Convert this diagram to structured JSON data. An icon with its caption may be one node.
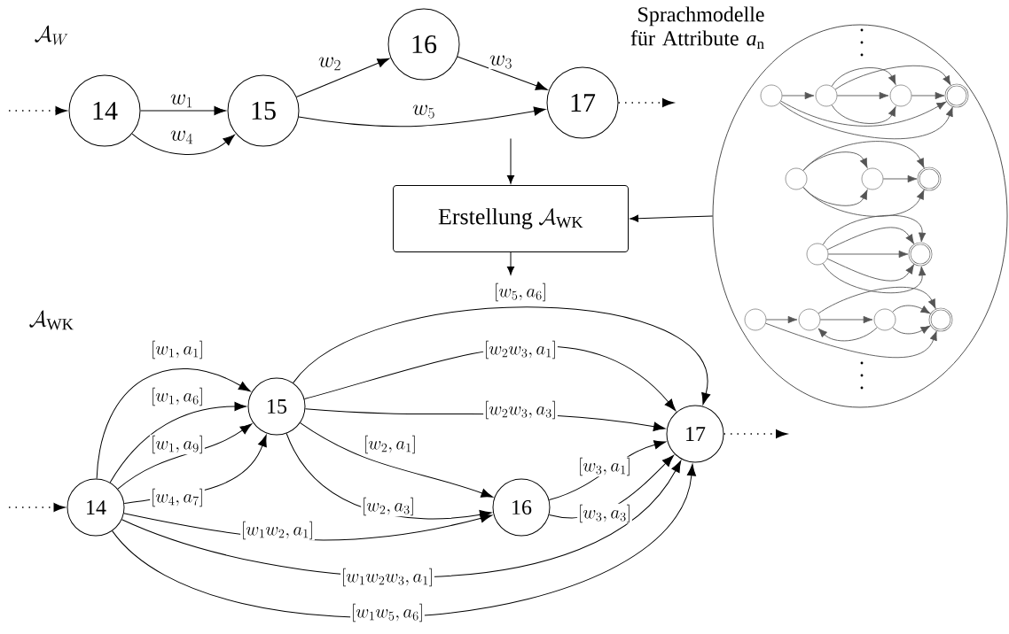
{
  "diagram": {
    "nodes": [
      {
        "text": [
          "14"
        ]
      },
      {
        "text": [
          "15"
        ]
      },
      {
        "text": [
          "16"
        ]
      },
      {
        "text": [
          "17"
        ]
      },
      {
        "text": [
          "\\text{Erstellung }\\mathcal{A}_{\\mathrm{WK}}"
        ]
      },
      {
        "text": [
          "Sprachmodelle für Attribute *a*$_{n}$"
        ]
      },
      {
        "text": [],
        "shape": "circle",
        "in": 5
      },
      {
        "text": [],
        "shape": "circle",
        "in": 5
      },
      {
        "text": [],
        "shape": "circle",
        "in": 5
      },
      {
        "text": [],
        "shape": "circle",
        "in": 5
      },
      {
        "text": [],
        "shape": "circle",
        "in": 5
      },
      {
        "text": [],
        "shape": "circle",
        "in": 5
      },
      {
        "text": [],
        "shape": "circle",
        "in": 5
      },
      {
        "text": [],
        "shape": "circle",
        "in": 5
      },
      {
        "text": [],
        "shape": "circle",
        "in": 5
      },
      {
        "text": [],
        "shape": "circle",
        "in": 5
      },
      {
        "text": [],
        "shape": "circle",
        "in": 5
      },
      {
        "text": [],
        "shape": "circle",
        "in": 5
      },
      {
        "text": [],
        "shape": "circle",
        "in": 5
      },
      {
        "text": [
          "14"
        ]
      },
      {
        "text": [
          "15"
        ]
      },
      {
        "text": [
          "16"
        ]
      },
      {
        "text": [
          "17"
        ]
      }
    ],
    "edges": [
      {
        "from": null,
        "to": 0,
        "arrow": "to",
        "style": "dashed"
      },
      {
        "from": 0,
        "to": 1,
        "arrow": "to",
        "label": "w_1"
      },
      {
        "from": 0,
        "to": 1,
        "arrow": "to",
        "label": "w_4"
      },
      {
        "from": 1,
        "to": 2,
        "arrow": "to",
        "label": "w_2"
      },
      {
        "from": 2,
        "to": 3,
        "arrow": "to",
        "label": "w_3"
      },
      {
        "from": 1,
        "to": 3,
        "arrow": "to",
        "label": "w_5"
      },
      {
        "from": 3,
        "to": null,
        "arrow": "to",
        "style": "dashed"
      },
      {
        "from": 3,
        "to": 4,
        "arrow": "to"
      },
      {
        "from": 5,
        "to": 4,
        "arrow": "to"
      },
      {
        "from": 4,
        "to": null,
        "arrow": "to"
      },
      {
        "from": 6,
        "to": 7,
        "arrow": "to",
        "color": "#555555"
      },
      {
        "from": 7,
        "to": 8,
        "arrow": "to",
        "color": "#555555"
      },
      {
        "from": 7,
        "to": 8,
        "arrow": "to",
        "color": "#555555"
      },
      {
        "from": 7,
        "to": 8,
        "arrow": "to",
        "color": "#555555"
      },
      {
        "from": 7,
        "to": 9,
        "arrow": "to",
        "color": "#555555"
      },
      {
        "from": 8,
        "to": 9,
        "arrow": "to",
        "color": "#555555"
      },
      {
        "from": 6,
        "to": 9,
        "arrow": "to",
        "color": "#555555"
      },
      {
        "from": 6,
        "to": 9,
        "arrow": "to",
        "color": "#555555"
      },
      {
        "from": 10,
        "to": 11,
        "arrow": "to",
        "color": "#555555"
      },
      {
        "from": 10,
        "to": 11,
        "arrow": "to",
        "color": "#555555"
      },
      {
        "from": 11,
        "to": 12,
        "arrow": "to",
        "color": "#555555"
      },
      {
        "from": 10,
        "to": 12,
        "arrow": "to",
        "color": "#555555"
      },
      {
        "from": 10,
        "to": 12,
        "arrow": "to",
        "color": "#555555"
      },
      {
        "from": 13,
        "to": 14,
        "arrow": "to",
        "color": "#555555"
      },
      {
        "from": 13,
        "to": 14,
        "arrow": "to",
        "color": "#555555"
      },
      {
        "from": 13,
        "to": 14,
        "arrow": "to",
        "color": "#555555"
      },
      {
        "from": 13,
        "to": 14,
        "arrow": "to",
        "color": "#555555"
      },
      {
        "from": 13,
        "to": 14,
        "arrow": "to",
        "color": "#555555"
      },
      {
        "from": 15,
        "to": 16,
        "arrow": "to",
        "color": "#555555"
      },
      {
        "from": 16,
        "to": 17,
        "arrow": "to",
        "color": "#555555"
      },
      {
        "from": 17,
        "to": 16,
        "arrow": "to",
        "color": "#555555"
      },
      {
        "from": 16,
        "to": 18,
        "arrow": "to",
        "color": "#555555"
      },
      {
        "from": 17,
        "to": 18,
        "arrow": "to",
        "color": "#555555"
      },
      {
        "from": 17,
        "to": 18,
        "arrow": "to",
        "color": "#555555"
      },
      {
        "from": 15,
        "to": 18,
        "arrow": "to",
        "color": "#555555"
      },
      {
        "from": null,
        "to": 19,
        "arrow": "to",
        "style": "dashed"
      },
      {
        "from": 19,
        "to": 20,
        "arrow": "to",
        "label": "[w_1,a_1]"
      },
      {
        "from": 19,
        "to": 20,
        "arrow": "to",
        "label": "[w_1,a_6]"
      },
      {
        "from": 19,
        "to": 20,
        "arrow": "to",
        "label": "[w_1,a_9]"
      },
      {
        "from": 19,
        "to": 20,
        "arrow": "to",
        "label": "[w_4,a_7]"
      },
      {
        "from": 20,
        "to": 22,
        "arrow": "to",
        "label": "[w_5,a_6]"
      },
      {
        "from": 20,
        "to": 22,
        "arrow": "to",
        "label": "[w_2w_3,a_1]"
      },
      {
        "from": 20,
        "to": 22,
        "arrow": "to",
        "label": "[w_2w_3,a_3]"
      },
      {
        "from": 20,
        "to": 21,
        "arrow": "to",
        "label": "[w_2,a_1]"
      },
      {
        "from": 20,
        "to": 21,
        "arrow": "to",
        "label": "[w_2,a_3]"
      },
      {
        "from": 21,
        "to": 22,
        "arrow": "to",
        "label": "[w_3,a_1]"
      },
      {
        "from": 21,
        "to": 22,
        "arrow": "to",
        "label": "[w_3,a_3]"
      },
      {
        "from": 19,
        "to": 21,
        "arrow": "to",
        "label": "[w_1w_2,a_1]"
      },
      {
        "from": 19,
        "to": 22,
        "arrow": "to",
        "label": "[w_1w_2w_3,a_1]"
      },
      {
        "from": 19,
        "to": 22,
        "arrow": "to",
        "label": "[w_1w_5,a_6]"
      },
      {
        "from": 22,
        "to": null,
        "arrow": "to",
        "style": "dashed"
      }
    ],
    "labels": [
      "\\mathcal{A}_W",
      "\\mathcal{A}_{\\mathrm{WK}}"
    ]
  }
}
